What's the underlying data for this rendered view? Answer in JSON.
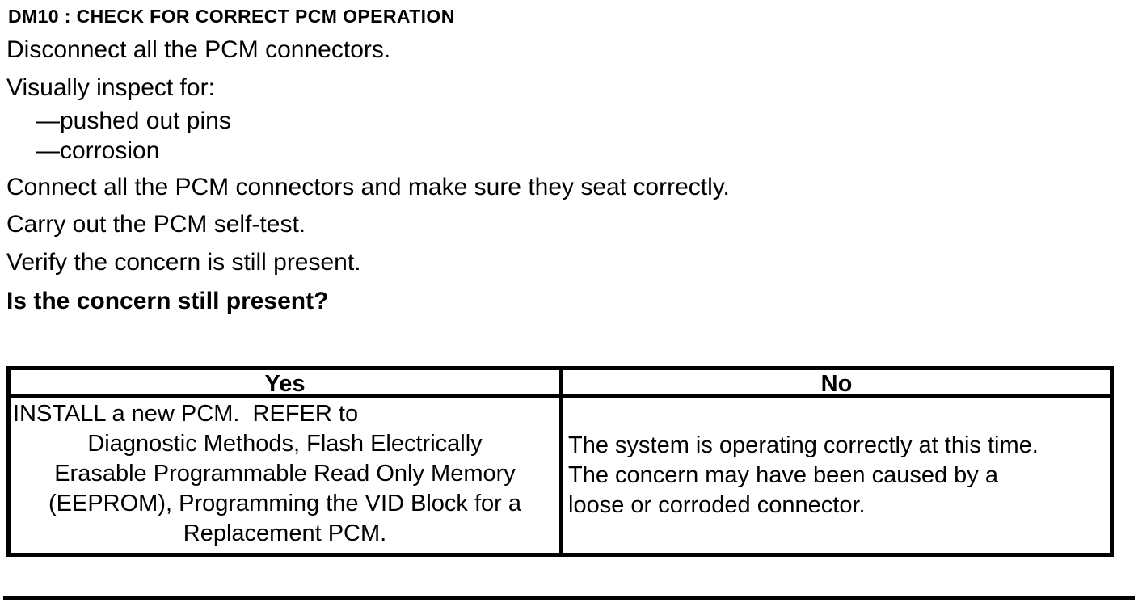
{
  "doc": {
    "title": "DM10 : CHECK FOR CORRECT PCM OPERATION",
    "steps": [
      "Disconnect all the PCM connectors.",
      "Visually inspect for:",
      "—pushed out pins",
      "—corrosion",
      "Connect all the PCM connectors and make sure they seat correctly.",
      "Carry out the PCM self-test.",
      "Verify the concern is still present.",
      "Is the concern still present?"
    ],
    "results_table": {
      "yes_header": "Yes",
      "no_header": "No",
      "yes_lines": [
        "INSTALL a new PCM.  REFER to",
        "Diagnostic Methods, Flash Electrically",
        "Erasable Programmable Read Only Memory",
        "(EEPROM), Programming the VID Block for a",
        "Replacement PCM."
      ],
      "no_lines": [
        "The system is operating correctly at this time.",
        "The concern may have been caused by a",
        "loose or corroded connector."
      ]
    }
  }
}
